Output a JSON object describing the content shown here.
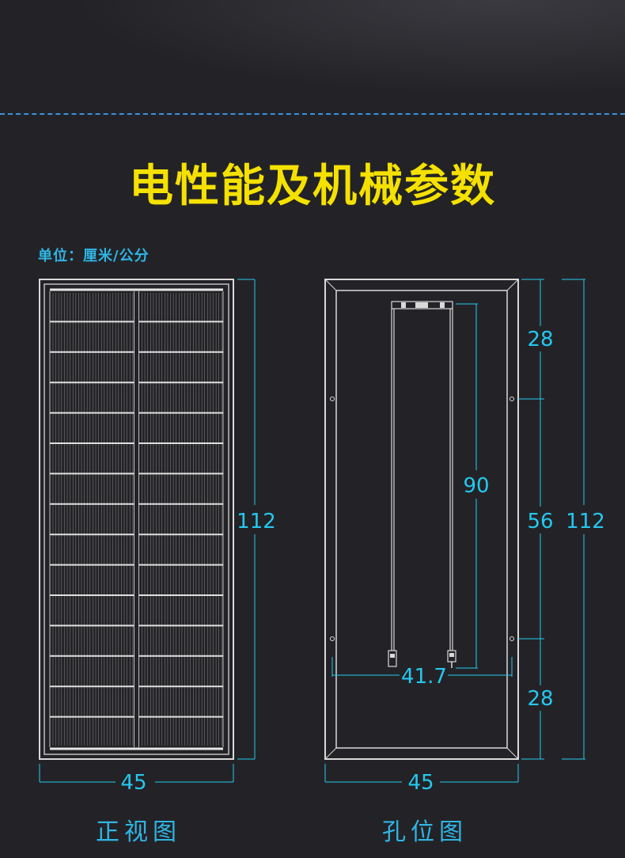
{
  "title": "电性能及机械参数",
  "unit_label": "单位：厘米/公分",
  "front_view": {
    "caption": "正视图",
    "height_label": "112",
    "width_label": "45"
  },
  "hole_view": {
    "caption": "孔位图",
    "top_spacing_label": "28",
    "middle_spacing_label": "56",
    "bottom_spacing_label": "28",
    "total_height_label": "112",
    "cable_length_label": "90",
    "hole_span_label": "41.7",
    "width_label": "45"
  },
  "colors": {
    "title": "#f5e100",
    "dimension": "#25c8ef",
    "line": "#d9d9d9",
    "background": "#232327"
  }
}
